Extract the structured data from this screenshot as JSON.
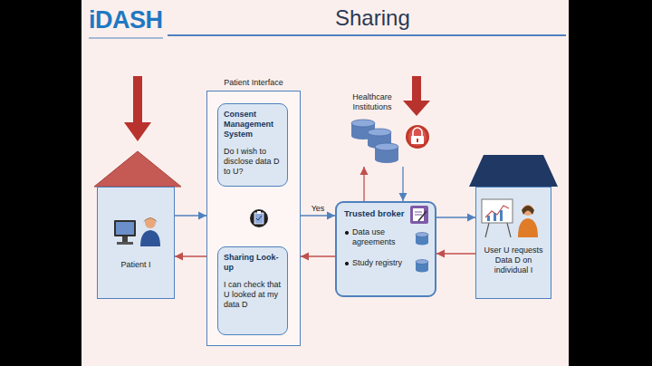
{
  "diagram": {
    "title": "Sharing",
    "nodes": [
      {
        "text": [
          "Patient I"
        ]
      },
      {
        "text": [
          "Patient Interface"
        ]
      },
      {
        "text": [
          "Consent Management System",
          "Do I wish to disclose data D to U?"
        ],
        "in": 1
      },
      {
        "text": [
          "Sharing Look-up",
          "I can check that U looked at my data D"
        ],
        "in": 1
      },
      {
        "text": [
          "Healthcare Institutions"
        ]
      },
      {
        "text": [
          "Trusted broker",
          "Data use agreements",
          "Study registry"
        ]
      },
      {
        "text": [
          "User U requests Data D on individual I"
        ]
      }
    ],
    "edges": [
      {
        "from": 0,
        "to": 1,
        "arrow": "to"
      },
      {
        "from": 1,
        "to": 0,
        "arrow": "to"
      },
      {
        "from": 2,
        "to": 3,
        "arrow": "to"
      },
      {
        "from": 1,
        "to": 5,
        "label": "Yes",
        "arrow": "to"
      },
      {
        "from": 5,
        "to": 1,
        "arrow": "to"
      },
      {
        "from": 5,
        "to": 4,
        "arrow": "to"
      },
      {
        "from": 4,
        "to": 5,
        "arrow": "to"
      },
      {
        "from": 5,
        "to": 6,
        "arrow": "to"
      },
      {
        "from": 6,
        "to": 5,
        "arrow": "to"
      }
    ],
    "labels": [
      "iDASH"
    ]
  }
}
